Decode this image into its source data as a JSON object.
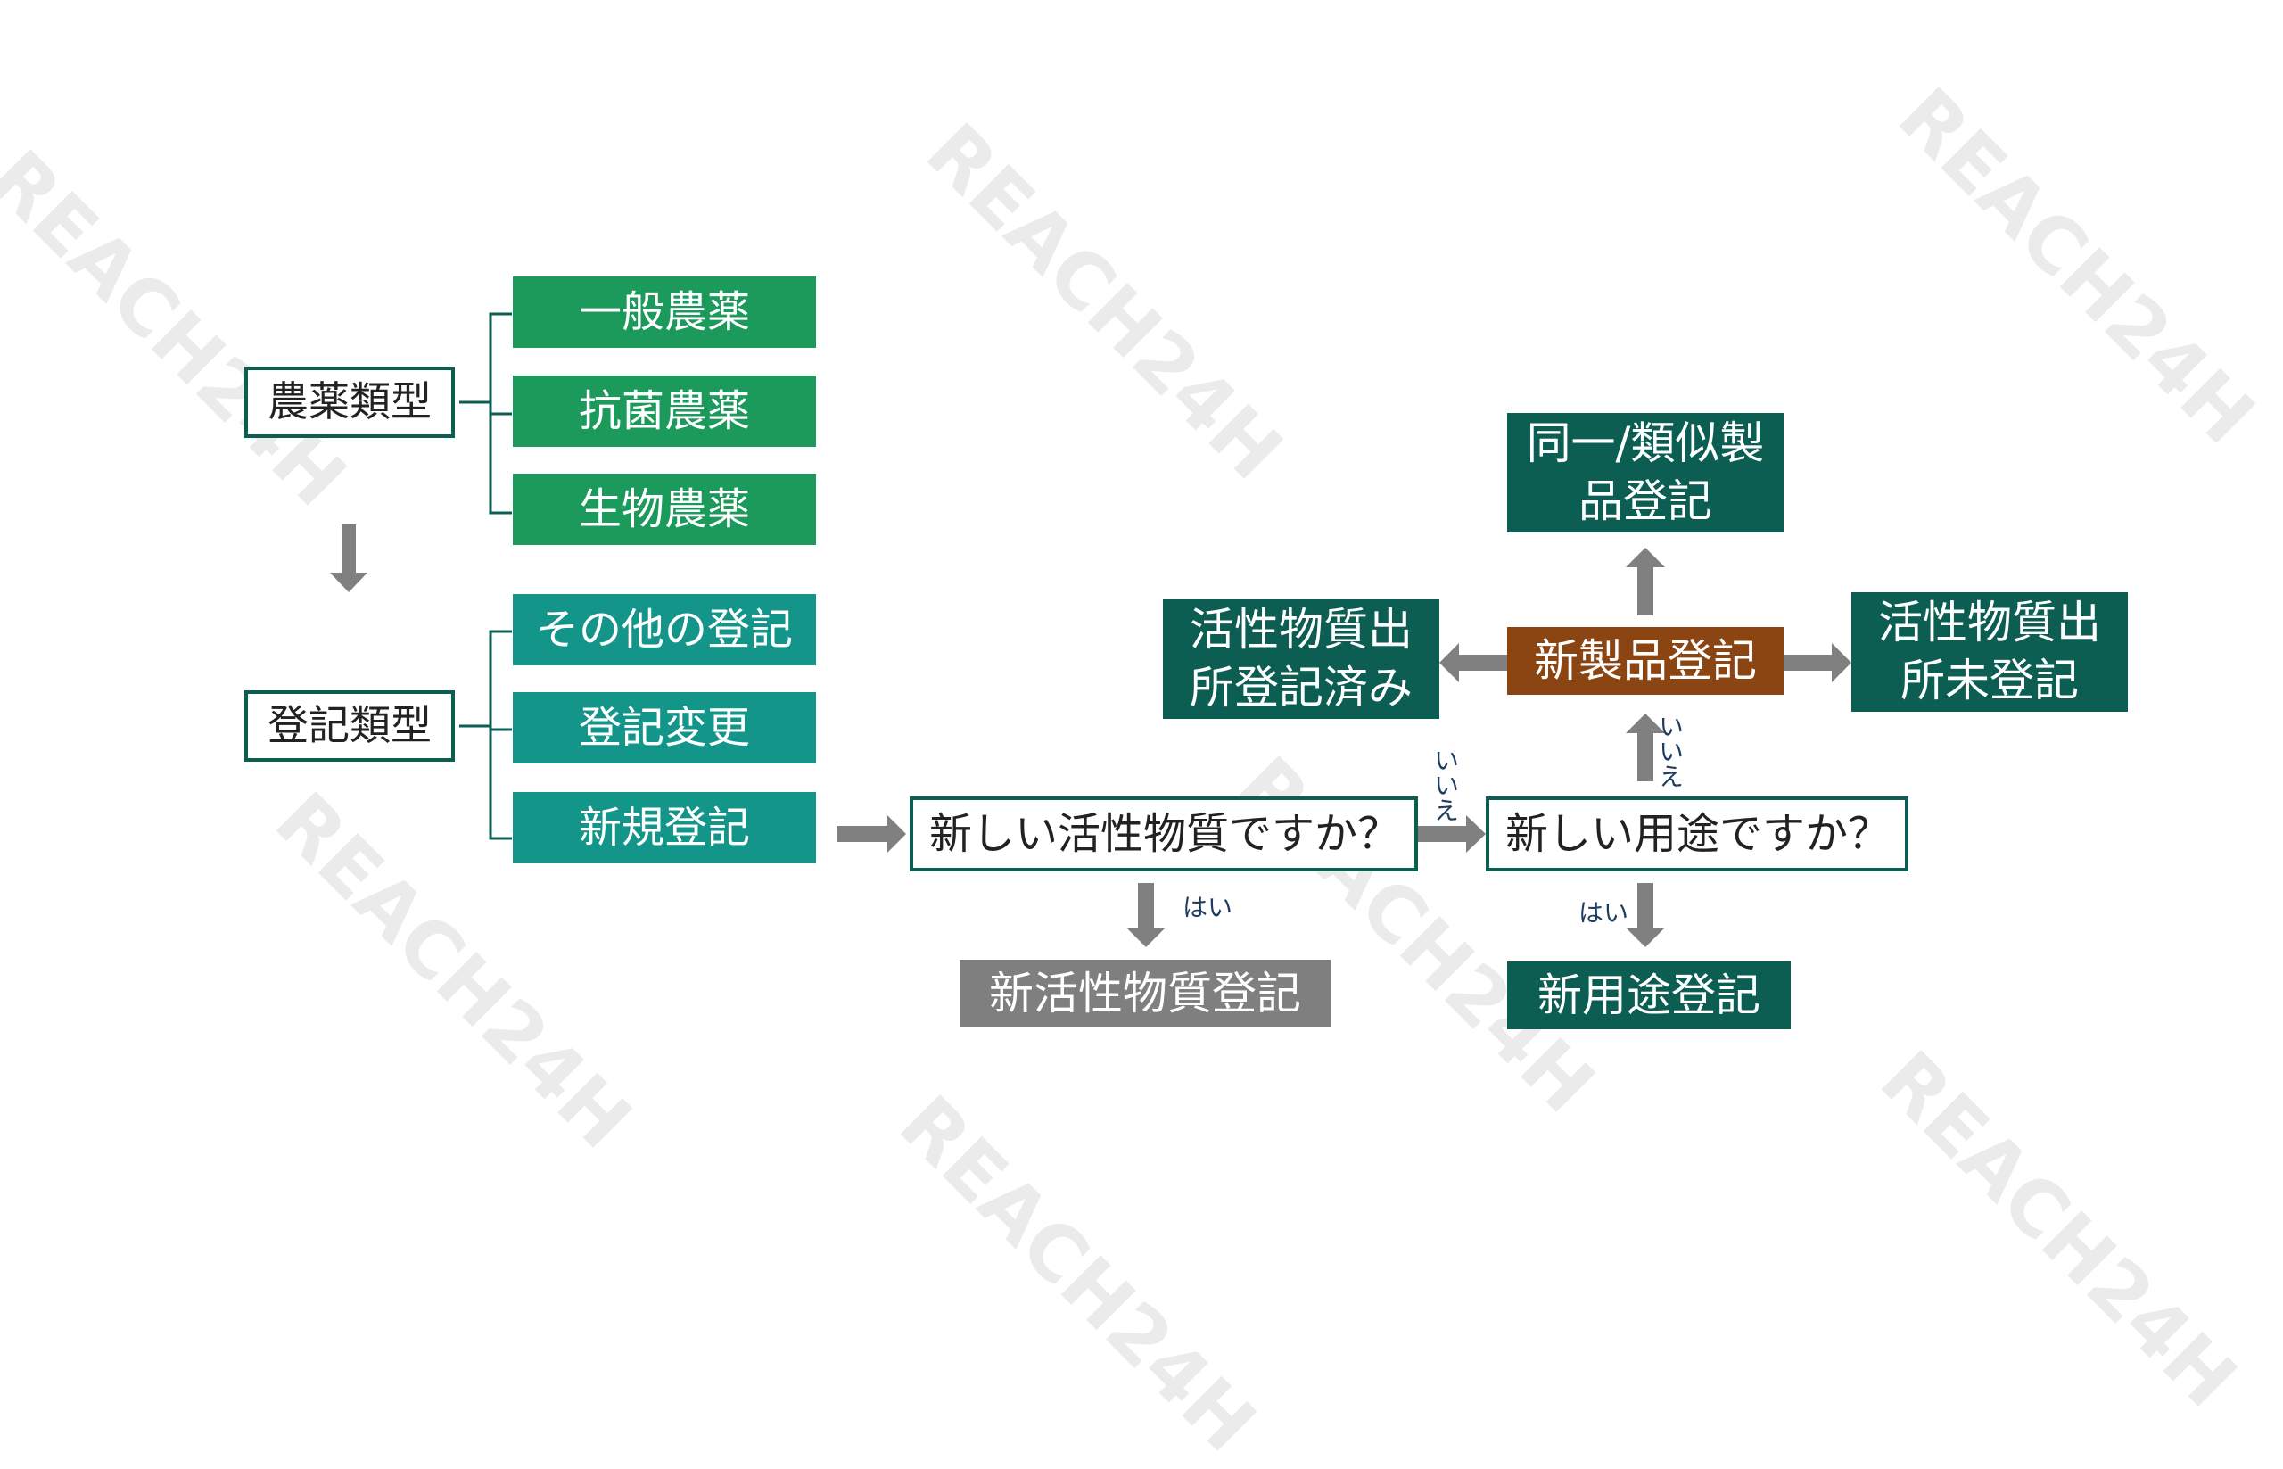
{
  "watermark": "REACH24H",
  "categories": {
    "pesticide_type": "農薬類型",
    "registration_type": "登記類型"
  },
  "pesticide_types": [
    "一般農薬",
    "抗菌農薬",
    "生物農薬"
  ],
  "registration_types": [
    "その他の登記",
    "登記変更",
    "新規登記"
  ],
  "questions": {
    "new_active": "新しい活性物質ですか？",
    "new_use": "新しい用途ですか？"
  },
  "answers": {
    "yes": "はい",
    "no": "いいえ"
  },
  "outcomes": {
    "new_active_registration": "新活性物質登記",
    "new_use_registration": "新用途登記",
    "new_product_registration": "新製品登記",
    "same_similar": "同一/類似製\n品登記",
    "active_registered": "活性物質出\n所登記済み",
    "active_unregistered": "活性物質出\n所未登記"
  },
  "colors": {
    "green": "#1b9a5c",
    "teal": "#13958a",
    "dark_green": "#0c5e53",
    "brown": "#8a4512",
    "grey": "#7f7f7f",
    "arrow": "#808080"
  }
}
